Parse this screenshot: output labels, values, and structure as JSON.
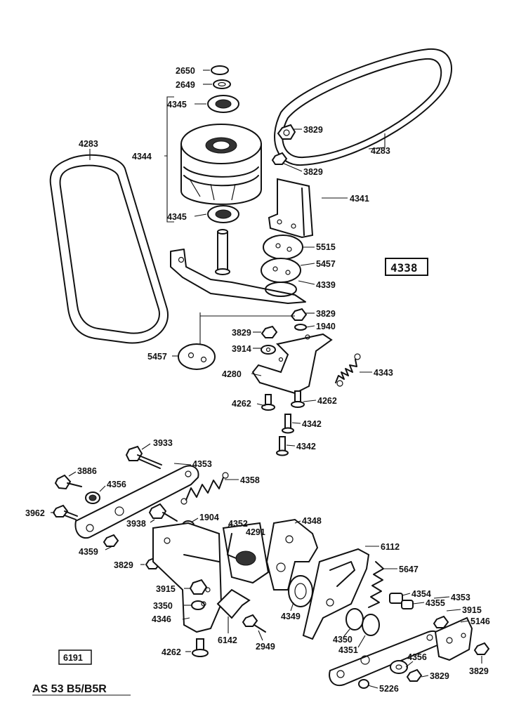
{
  "assembly_code": "4338",
  "figure_code": "6191",
  "model_caption": "AS 53 B5/B5R",
  "labels": {
    "l2650": "2650",
    "l2649": "2649",
    "l4345a": "4345",
    "l4344": "4344",
    "l4345b": "4345",
    "l3829a": "3829",
    "l4283a": "4283",
    "l3829b": "3829",
    "l4283b": "4283",
    "l4341": "4341",
    "l5515": "5515",
    "l5457a": "5457",
    "l4339": "4339",
    "l3829c": "3829",
    "l1940": "1940",
    "l3829d": "3829",
    "l3914": "3914",
    "l5457b": "5457",
    "l4280": "4280",
    "l4343": "4343",
    "l4262a": "4262",
    "l4262b": "4262",
    "l4342a": "4342",
    "l4342b": "4342",
    "l3933": "3933",
    "l4353a": "4353",
    "l3886": "3886",
    "l4356a": "4356",
    "l4358": "4358",
    "l3962": "3962",
    "l3938": "3938",
    "l1904": "1904",
    "l4352": "4352",
    "l4291": "4291",
    "l4348": "4348",
    "l4359": "4359",
    "l3829e": "3829",
    "l6112": "6112",
    "l5647": "5647",
    "l3915a": "3915",
    "l3350": "3350",
    "l4346": "4346",
    "l4349": "4349",
    "l4354": "4354",
    "l4353b": "4353",
    "l4355": "4355",
    "l3915b": "3915",
    "l5146": "5146",
    "l4350": "4350",
    "l4351": "4351",
    "l6142": "6142",
    "l2949": "2949",
    "l4262c": "4262",
    "l4356b": "4356",
    "l3829f": "3829",
    "l5226": "5226",
    "l3829g": "3829"
  }
}
